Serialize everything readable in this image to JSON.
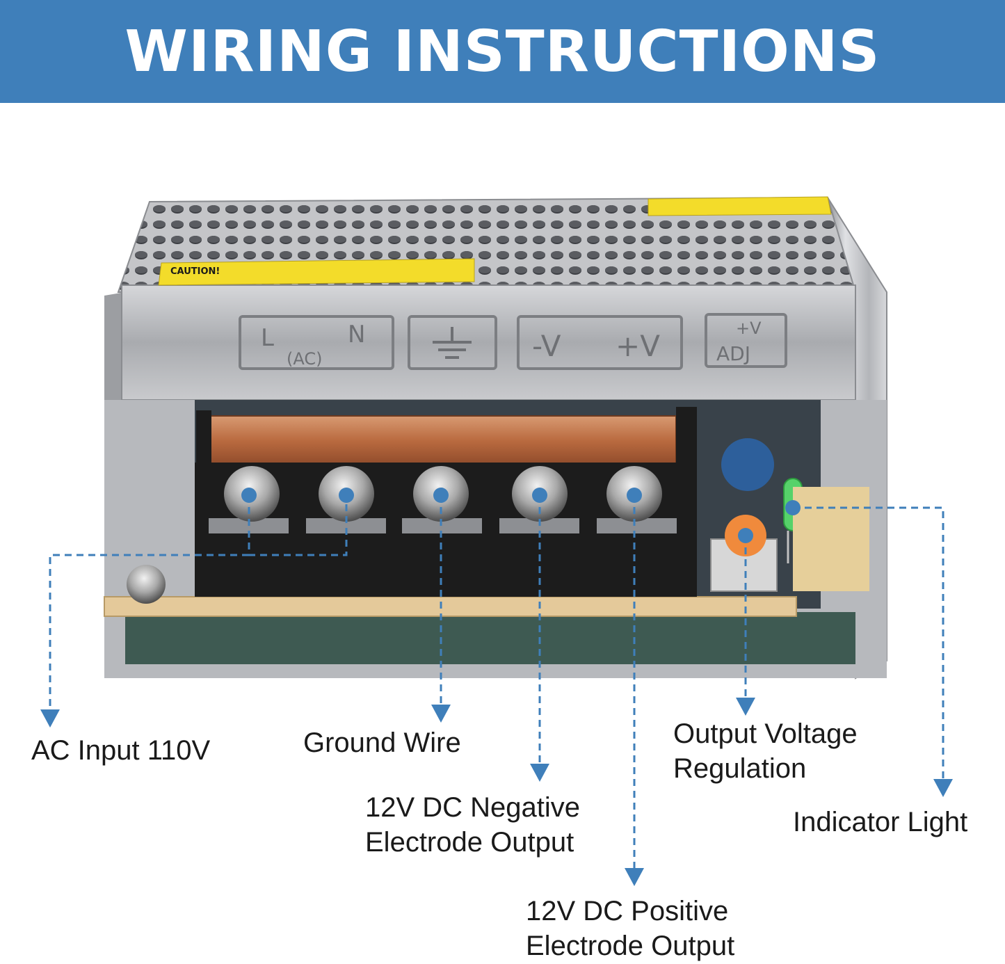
{
  "title": "WIRING INSTRUCTIONS",
  "device": {
    "caution_label": "CAUTION!",
    "terminal_labels": {
      "l": "L",
      "n": "N",
      "ac": "(AC)",
      "neg_v": "-V",
      "pos_v": "+V",
      "adj_top": "+V",
      "adj_bottom": "ADJ"
    }
  },
  "callouts": [
    {
      "id": "ac-input",
      "lines": [
        "AC Input 110V"
      ]
    },
    {
      "id": "ground-wire",
      "lines": [
        "Ground Wire"
      ]
    },
    {
      "id": "dc-negative",
      "lines": [
        "12V DC Negative",
        "Electrode Output"
      ]
    },
    {
      "id": "dc-positive",
      "lines": [
        "12V DC Positive",
        "Electrode Output"
      ]
    },
    {
      "id": "voltage-regulation",
      "lines": [
        "Output Voltage",
        "Regulation"
      ]
    },
    {
      "id": "indicator-light",
      "lines": [
        "Indicator Light"
      ]
    }
  ],
  "colors": {
    "banner": "#3f7fba",
    "callout": "#3f7fba",
    "caution": "#f3dc2a",
    "terminal_block": "#1c1c1c",
    "copper_bar": "#c27a4e"
  }
}
